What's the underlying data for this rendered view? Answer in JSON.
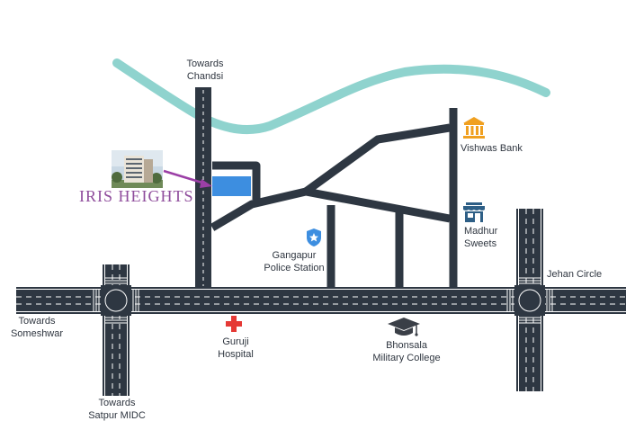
{
  "project": {
    "name": "IRIS HEIGHTS",
    "highlight_color": "#3d8ee0",
    "pointer_color": "#9b3fa6"
  },
  "colors": {
    "road": "#2e3742",
    "road_marking": "#ffffff",
    "river": "#8fd3ce",
    "hospital": "#e53935",
    "bank": "#f0a020",
    "shop": "#2e5f86",
    "police": "#3d8ee0",
    "college": "#3a3f47",
    "text": "#2f3640"
  },
  "labels": {
    "towards_chandsi": [
      "Towards",
      "Chandsi"
    ],
    "vishwas_bank": [
      "Vishwas Bank"
    ],
    "madhur_sweets": [
      "Madhur",
      "Sweets"
    ],
    "gangapur_police": [
      "Gangapur",
      "Police Station"
    ],
    "jehan_circle": [
      "Jehan Circle"
    ],
    "towards_someshwar": [
      "Towards",
      "Someshwar"
    ],
    "guruji_hospital": [
      "Guruji",
      "Hospital"
    ],
    "bhonsala_college": [
      "Bhonsala",
      "Military College"
    ],
    "towards_satpur": [
      "Towards",
      "Satpur MIDC"
    ]
  },
  "icons": {
    "bank": "bank-icon",
    "shop": "shop-icon",
    "police": "police-badge-icon",
    "hospital": "hospital-cross-icon",
    "college": "graduation-cap-icon",
    "building": "building-photo-icon"
  }
}
